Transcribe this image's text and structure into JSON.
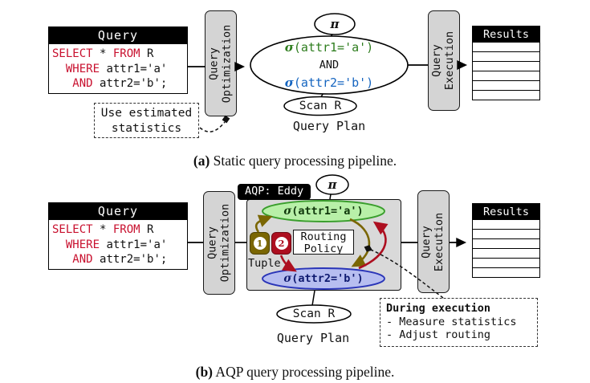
{
  "common": {
    "query_title": "Query",
    "code": {
      "l1a": "SELECT",
      "l1b": " * ",
      "l1c": "FROM",
      "l1d": " R",
      "l2a": "  ",
      "l2b": "WHERE",
      "l2c": " attr1='a'",
      "l3a": "   ",
      "l3b": "AND",
      "l3c": " attr2='b';"
    },
    "opt_line1": "Query",
    "opt_line2": "Optimization",
    "exec_line1": "Query",
    "exec_line2": "Execution",
    "pi": "π",
    "sigma": "σ",
    "pred1": "(attr1='a')",
    "and_label": "AND",
    "pred2": "(attr2='b')",
    "scan_label": "Scan R",
    "plan_label": "Query Plan",
    "results_title": "Results"
  },
  "panel_a": {
    "caption_bold": "(a)",
    "caption_rest": " Static query processing pipeline.",
    "note_line1": "Use estimated",
    "note_line2": "statistics"
  },
  "panel_b": {
    "caption_bold": "(b)",
    "caption_rest": " AQP query processing pipeline.",
    "eddy_label": "AQP: Eddy",
    "routing_policy": "Routing Policy",
    "tuple_label": "Tuple",
    "tile1": "1",
    "tile2": "2",
    "during_title": "During execution",
    "during_item1": "- Measure statistics",
    "during_item2": "- Adjust routing"
  },
  "colors": {
    "sql_keyword_red": "#c8102e",
    "pred1_green_text": "#2e7d1e",
    "pred2_blue_text": "#1565c0",
    "green_ellipse_fill": "#b8f0a8",
    "green_ellipse_stroke": "#3a9e2d",
    "green_ellipse_text": "#10380c",
    "blue_ellipse_fill": "#b7bef0",
    "blue_ellipse_stroke": "#2a35b8",
    "blue_ellipse_text": "#0f1a70",
    "stage_box_gray": "#d4d4d4",
    "eddy_box_gray": "#d9d9d9",
    "tuple1_olive": "#7a6603",
    "tuple2_crimson": "#ad0f20"
  }
}
